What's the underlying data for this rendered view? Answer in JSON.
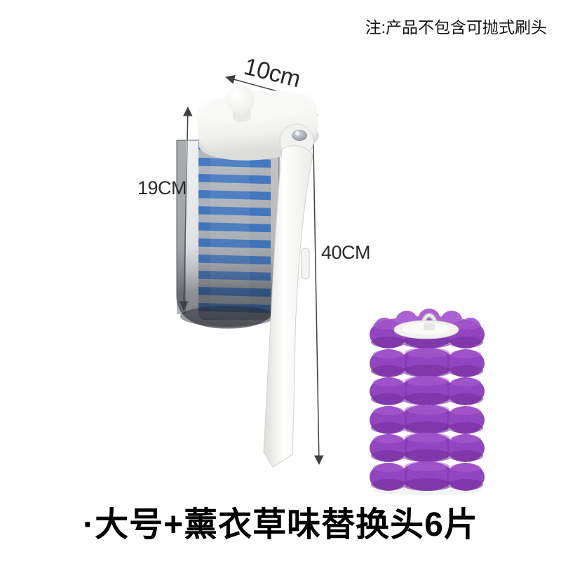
{
  "note": {
    "text": "注:产品不包含可抛式刷头"
  },
  "dimensions": {
    "width_label": "10cm",
    "head_height_label": "19CM",
    "total_height_label": "40CM"
  },
  "caption": {
    "text": "·大号+薰衣草味替换头6片"
  },
  "replacement_heads": {
    "count_shown": "6"
  },
  "colors": {
    "background": "#ffffff",
    "text": "#111111",
    "arrow": "#3f3f3f",
    "stripe_blue": "#2e6abd",
    "stripe_gray": "#a9aeb6",
    "handle_white": "#f4f4f1",
    "sponge_purple": "#9d4bcd",
    "sponge_purple_dark": "#7c33a6",
    "sponge_purple_light": "#b969e2"
  }
}
